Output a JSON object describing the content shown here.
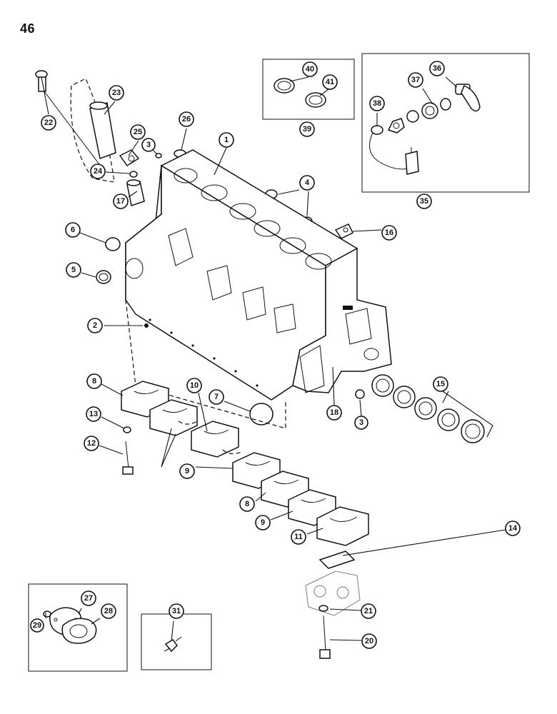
{
  "page_number": "46",
  "callouts": [
    {
      "id": "c1",
      "label": "1"
    },
    {
      "id": "c2",
      "label": "2"
    },
    {
      "id": "c3a",
      "label": "3"
    },
    {
      "id": "c3b",
      "label": "3"
    },
    {
      "id": "c4",
      "label": "4"
    },
    {
      "id": "c5",
      "label": "5"
    },
    {
      "id": "c6",
      "label": "6"
    },
    {
      "id": "c7",
      "label": "7"
    },
    {
      "id": "c8a",
      "label": "8"
    },
    {
      "id": "c8b",
      "label": "8"
    },
    {
      "id": "c9a",
      "label": "9"
    },
    {
      "id": "c9b",
      "label": "9"
    },
    {
      "id": "c10",
      "label": "10"
    },
    {
      "id": "c11",
      "label": "11"
    },
    {
      "id": "c12",
      "label": "12"
    },
    {
      "id": "c13",
      "label": "13"
    },
    {
      "id": "c14",
      "label": "14"
    },
    {
      "id": "c15",
      "label": "15"
    },
    {
      "id": "c16",
      "label": "16"
    },
    {
      "id": "c17",
      "label": "17"
    },
    {
      "id": "c18",
      "label": "18"
    },
    {
      "id": "c20",
      "label": "20"
    },
    {
      "id": "c21",
      "label": "21"
    },
    {
      "id": "c22",
      "label": "22"
    },
    {
      "id": "c23",
      "label": "23"
    },
    {
      "id": "c24",
      "label": "24"
    },
    {
      "id": "c25",
      "label": "25"
    },
    {
      "id": "c26",
      "label": "26"
    },
    {
      "id": "c27",
      "label": "27"
    },
    {
      "id": "c28",
      "label": "28"
    },
    {
      "id": "c29",
      "label": "29"
    },
    {
      "id": "c31",
      "label": "31"
    },
    {
      "id": "c35",
      "label": "35"
    },
    {
      "id": "c36",
      "label": "36"
    },
    {
      "id": "c37",
      "label": "37"
    },
    {
      "id": "c38",
      "label": "38"
    },
    {
      "id": "c39",
      "label": "39"
    },
    {
      "id": "c40",
      "label": "40"
    },
    {
      "id": "c41",
      "label": "41"
    }
  ]
}
